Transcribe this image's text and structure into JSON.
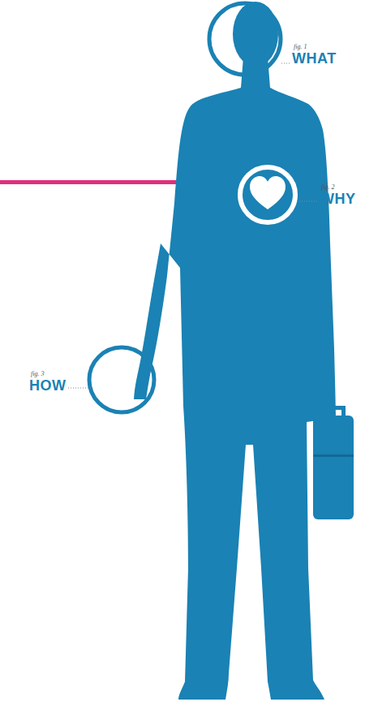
{
  "diagram": {
    "labels": [
      "fig. 1",
      "WHAT",
      "fig. 2",
      "WHY",
      "fig. 3",
      "HOW"
    ]
  }
}
